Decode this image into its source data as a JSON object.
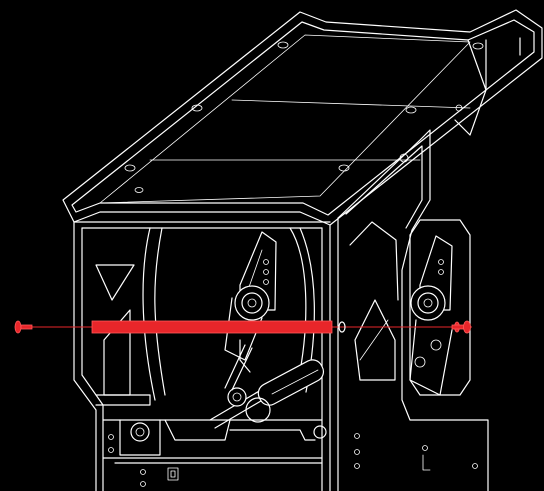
{
  "colors": {
    "background": "#000000",
    "line_art": "#ffffff",
    "highlight": "#e8262a"
  },
  "parts": {
    "highlighted_part": "rod",
    "axis_style": "dashed-through-line",
    "hardware": [
      "screw",
      "washer",
      "washer",
      "screw"
    ]
  }
}
